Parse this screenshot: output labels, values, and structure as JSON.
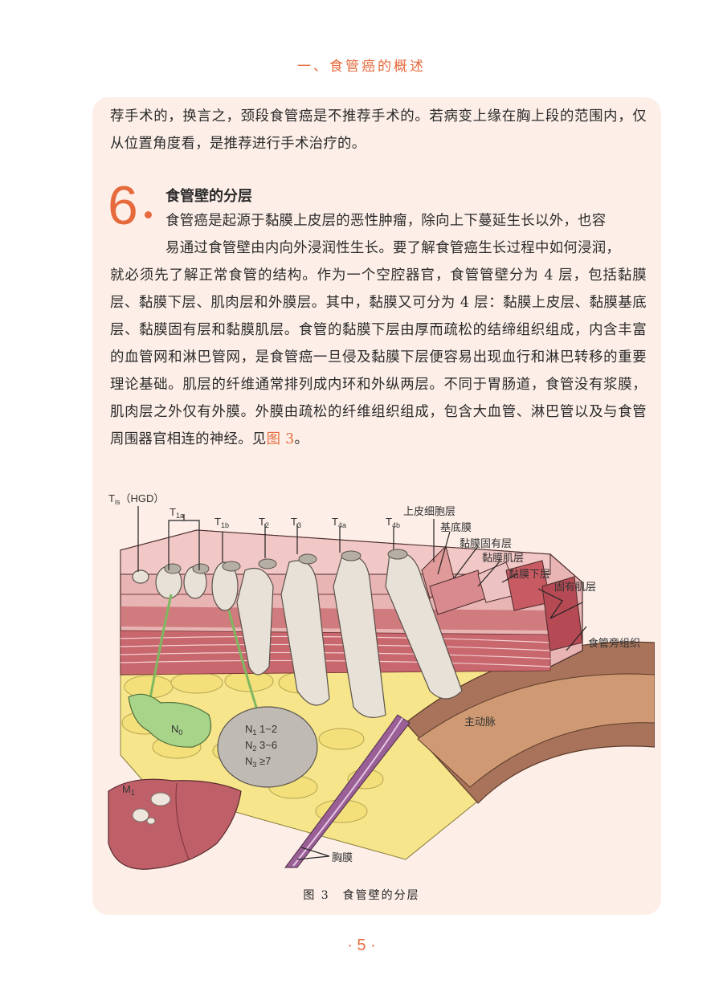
{
  "header": {
    "running_title": "一、食管癌的概述"
  },
  "intro_paragraph": "荐手术的，换言之，颈段食管癌是不推荐手术的。若病变上缘在胸上段的范围内，仅从位置角度看，是推荐进行手术治疗的。",
  "section": {
    "number": "6",
    "title": "食管壁的分层",
    "body_line1": "食管癌是起源于黏膜上皮层的恶性肿瘤，除向上下蔓延生长以外，也容",
    "body_line2": "易通过食管壁由内向外浸润性生长。要了解食管癌生长过程中如何浸润，",
    "body_rest": "就必须先了解正常食管的结构。作为一个空腔器官，食管管壁分为 4 层，包括黏膜层、黏膜下层、肌肉层和外膜层。其中，黏膜又可分为 4 层：黏膜上皮层、黏膜基底层、黏膜固有层和黏膜肌层。食管的黏膜下层由厚而疏松的结缔组织组成，内含丰富的血管网和淋巴管网，是食管癌一旦侵及黏膜下层便容易出现血行和淋巴转移的重要理论基础。肌层的纤维通常排列成内环和外纵两层。不同于胃肠道，食管没有浆膜，肌肉层之外仅有外膜。外膜由疏松的纤维组织组成，包含大血管、淋巴管以及与食管周围器官相连的神经。见",
    "figure_ref": "图 3",
    "body_end": "。"
  },
  "figure": {
    "caption": "图 3　食管壁的分层",
    "t_labels": [
      {
        "main": "T",
        "sub": "is",
        "suffix": "（HGD）"
      },
      {
        "main": "T",
        "sub": "1a",
        "suffix": ""
      },
      {
        "main": "T",
        "sub": "1b",
        "suffix": ""
      },
      {
        "main": "T",
        "sub": "2",
        "suffix": ""
      },
      {
        "main": "T",
        "sub": "3",
        "suffix": ""
      },
      {
        "main": "T",
        "sub": "4a",
        "suffix": ""
      },
      {
        "main": "T",
        "sub": "4b",
        "suffix": ""
      }
    ],
    "layer_labels": [
      "上皮细胞层",
      "基底膜",
      "黏膜固有层",
      "黏膜肌层",
      "黏膜下层",
      "固有肌层",
      "食管旁组织",
      "主动脉",
      "胸膜"
    ],
    "n_labels": {
      "n0": {
        "main": "N",
        "sub": "0"
      },
      "n1": {
        "main": "N",
        "sub": "1",
        "value": "1~2"
      },
      "n2": {
        "main": "N",
        "sub": "2",
        "value": "3~6"
      },
      "n3": {
        "main": "N",
        "sub": "3",
        "value": "≥7"
      }
    },
    "m_label": {
      "main": "M",
      "sub": "1"
    }
  },
  "footer": {
    "page_number": "· 5 ·"
  },
  "colors": {
    "accent": "#e66a3c",
    "card_bg": "#fdefe8"
  }
}
